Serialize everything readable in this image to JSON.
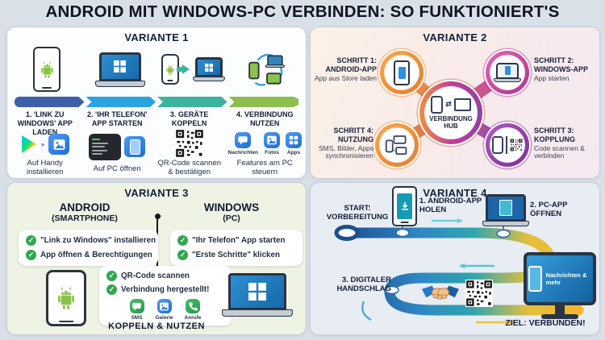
{
  "title": "ANDROID MIT WINDOWS-PC VERBINDEN: SO FUNKTIONIERT'S",
  "icons": {
    "check": "✓",
    "play_separator": "▸",
    "sync_arrows": "⇄"
  },
  "colors": {
    "background": "#d9e0e7",
    "title_text": "#0d1424",
    "timeline_segments": [
      "#3d5fa9",
      "#29a4df",
      "#3cb39d",
      "#8cbf4e"
    ],
    "variant2_orange": "#ee8f3c",
    "variant2_magenta": "#c43f97",
    "variant2_purple": "#9340a5",
    "check_green": "#2fa84f",
    "road_blue": "#1d4e8f",
    "road_teal": "#2fa7ae",
    "road_yellow": "#f2b52c",
    "android_green": "#8bc34a",
    "windows_blue": "#1e78c8"
  },
  "variant1": {
    "title": "VARIANTE 1",
    "steps": [
      {
        "title": "1. 'LINK ZU WINDOWS' APP LADEN",
        "caption": "Auf Handy installieren"
      },
      {
        "title": "2. 'IHR TELEFON' APP STARTEN",
        "caption": "Auf PC öffnen"
      },
      {
        "title": "3. GERÄTE KOPPELN",
        "caption": "QR-Code scannen & bestätigen"
      },
      {
        "title": "4. VERBINDUNG NUTZEN",
        "caption": "Features am PC steuern"
      }
    ],
    "feature_labels": [
      "Nachrichten",
      "Fotos",
      "Apps"
    ]
  },
  "variant2": {
    "title": "VARIANTE 2",
    "hub_label": "VERBINDUNG HUB",
    "steps": [
      {
        "title": "SCHRITT 1: ANDROID-APP",
        "caption": "App aus Store laden"
      },
      {
        "title": "SCHRITT 2: WINDOWS-APP",
        "caption": "App starten"
      },
      {
        "title": "SCHRITT 3: KOPPLUNG",
        "caption": "Code scannen & verbinden"
      },
      {
        "title": "SCHRITT 4: NUTZUNG",
        "caption": "SMS, Bilder, Apps synchronisieren"
      }
    ]
  },
  "variant3": {
    "title": "VARIANTE 3",
    "android_header": "ANDROID",
    "android_sub": "(SMARTPHONE)",
    "windows_header": "WINDOWS",
    "windows_sub": "(PC)",
    "android_checks": [
      "\"Link zu Windows\" installieren",
      "App öffnen & Berechtigungen"
    ],
    "windows_checks": [
      "\"Ihr Telefon\" App starten",
      "\"Erste Schritte\" klicken"
    ],
    "pair_checks": [
      "QR-Code scannen",
      "Verbindung hergestellt!"
    ],
    "app_labels": [
      "SMS",
      "Galerie",
      "Anrufe"
    ],
    "footer": "KOPPELN & NUTZEN"
  },
  "variant4": {
    "title": "VARIANTE 4",
    "start_label": "START: VORBEREITUNG",
    "step1_label": "1. ANDROID-APP HOLEN",
    "step2_label": "2. PC-APP ÖFFNEN",
    "step3_label": "3. DIGITALER HANDSCHLAG",
    "monitor_label": "Nachrichten & mehr",
    "goal_label": "ZIEL: VERBUNDEN!"
  }
}
